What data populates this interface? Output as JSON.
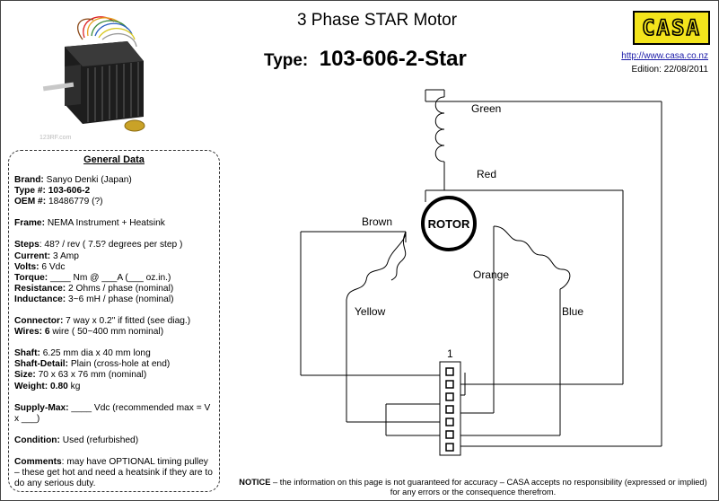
{
  "header": {
    "title": "3 Phase STAR Motor",
    "type_label": "Type:",
    "type_value": "103-606-2-Star",
    "logo_text": "CASA",
    "url": "http://www.casa.co.nz",
    "edition": "Edition: 22/08/2011"
  },
  "photo": {
    "watermark": "123RF.com"
  },
  "general_data": {
    "title": "General Data",
    "brand": {
      "label": "Brand:",
      "value": " Sanyo Denki (Japan)"
    },
    "type_no": {
      "label": "Type #:",
      "value": " 103-606-2"
    },
    "oem": {
      "label": "OEM #:",
      "value": " 18486779 (?)"
    },
    "frame": {
      "label": "Frame:",
      "value": " NEMA Instrument + Heatsink"
    },
    "steps": {
      "label": "Steps",
      "value": ": 48? / rev ( 7.5? degrees per step )"
    },
    "current": {
      "label": "Current:",
      "value": " 3  Amp"
    },
    "volts": {
      "label": "Volts:",
      "value": " 6 Vdc"
    },
    "torque": {
      "label": "Torque:",
      "value": " ____ Nm @ ___A (___ oz.in.)"
    },
    "resistance": {
      "label": "Resistance:",
      "value": " 2 Ohms / phase (nominal)"
    },
    "inductance": {
      "label": "Inductance:",
      "value": " 3~6 mH / phase (nominal)"
    },
    "connector": {
      "label": "Connector:",
      "value": "  7 way x 0.2\" if fitted (see diag.)"
    },
    "wires": {
      "label": "Wires: 6",
      "value": " wire ( 50~400 mm nominal)"
    },
    "shaft": {
      "label": "Shaft:",
      "value": " 6.25 mm dia x 40 mm long"
    },
    "shaft_detail": {
      "label": "Shaft-Detail:",
      "value": " Plain (cross-hole at end)"
    },
    "size": {
      "label": "Size:",
      "value": " 70 x 63 x 76 mm (nominal)"
    },
    "weight": {
      "label": "Weight: 0.80",
      "value": " kg"
    },
    "supply_max": {
      "label": "Supply-Max:",
      "value": " ____ Vdc (recommended max = V x ___)"
    },
    "condition": {
      "label": "Condition:",
      "value": " Used  (refurbished)"
    },
    "comments": {
      "label": "Comments",
      "value": ": may have OPTIONAL timing pulley – these get hot and need a heatsink if they are to do any serious duty."
    }
  },
  "diagram": {
    "rotor": "ROTOR",
    "coils": [
      "Green",
      "Red",
      "Brown",
      "Yellow",
      "Orange",
      "Blue"
    ],
    "connector_pin": "1"
  },
  "notice": {
    "bold": "NOTICE",
    "text": " – the information on this page is not guaranteed for accuracy – CASA accepts no responsibility (expressed or implied) for any errors or the consequence therefrom."
  }
}
